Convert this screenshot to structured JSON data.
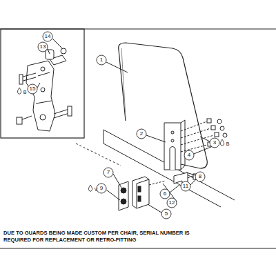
{
  "diagram": {
    "labels": [
      "14",
      "13",
      "15",
      "B",
      "1",
      "2",
      "3",
      "B",
      "4",
      "8",
      "11",
      "6",
      "12",
      "5",
      "7",
      "9",
      "V",
      "DUE TO GUARDS BEING MADE CUSTOM PER CHAIR, SERIAL NUMBER IS REQUIRED FOR REPLACEMENT OR RETRO-FITTING"
    ]
  }
}
